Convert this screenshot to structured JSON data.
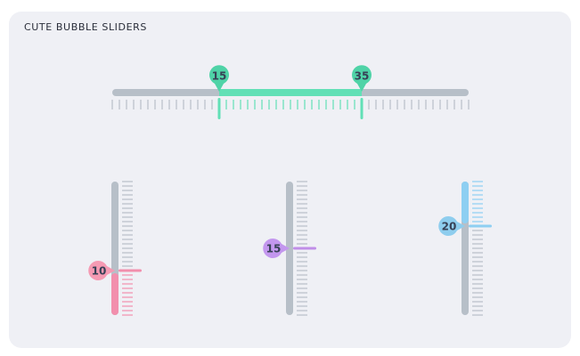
{
  "title": "CUTE BUBBLE SLIDERS",
  "colors": {
    "track": "#b7bfc8",
    "tick": "#b7bfc8",
    "bubble_text": "#374156"
  },
  "range_slider": {
    "min": 0,
    "max": 50,
    "low": 15,
    "high": 35,
    "low_label": "15",
    "high_label": "35",
    "color": "#62e0b6",
    "bubble_color": "#4fd3a7"
  },
  "vertical_sliders": [
    {
      "value": 10,
      "label": "10",
      "min": 0,
      "max": 30,
      "color": "#f28fad",
      "bubble_color": "#f59ab3",
      "fill": "below"
    },
    {
      "value": 15,
      "label": "15",
      "min": 0,
      "max": 30,
      "color": "#c08ee8",
      "bubble_color": "#c397ee",
      "fill": "none"
    },
    {
      "value": 20,
      "label": "20",
      "min": 0,
      "max": 30,
      "color": "#8ecff2",
      "bubble_color": "#8ecdee",
      "fill": "above"
    }
  ]
}
